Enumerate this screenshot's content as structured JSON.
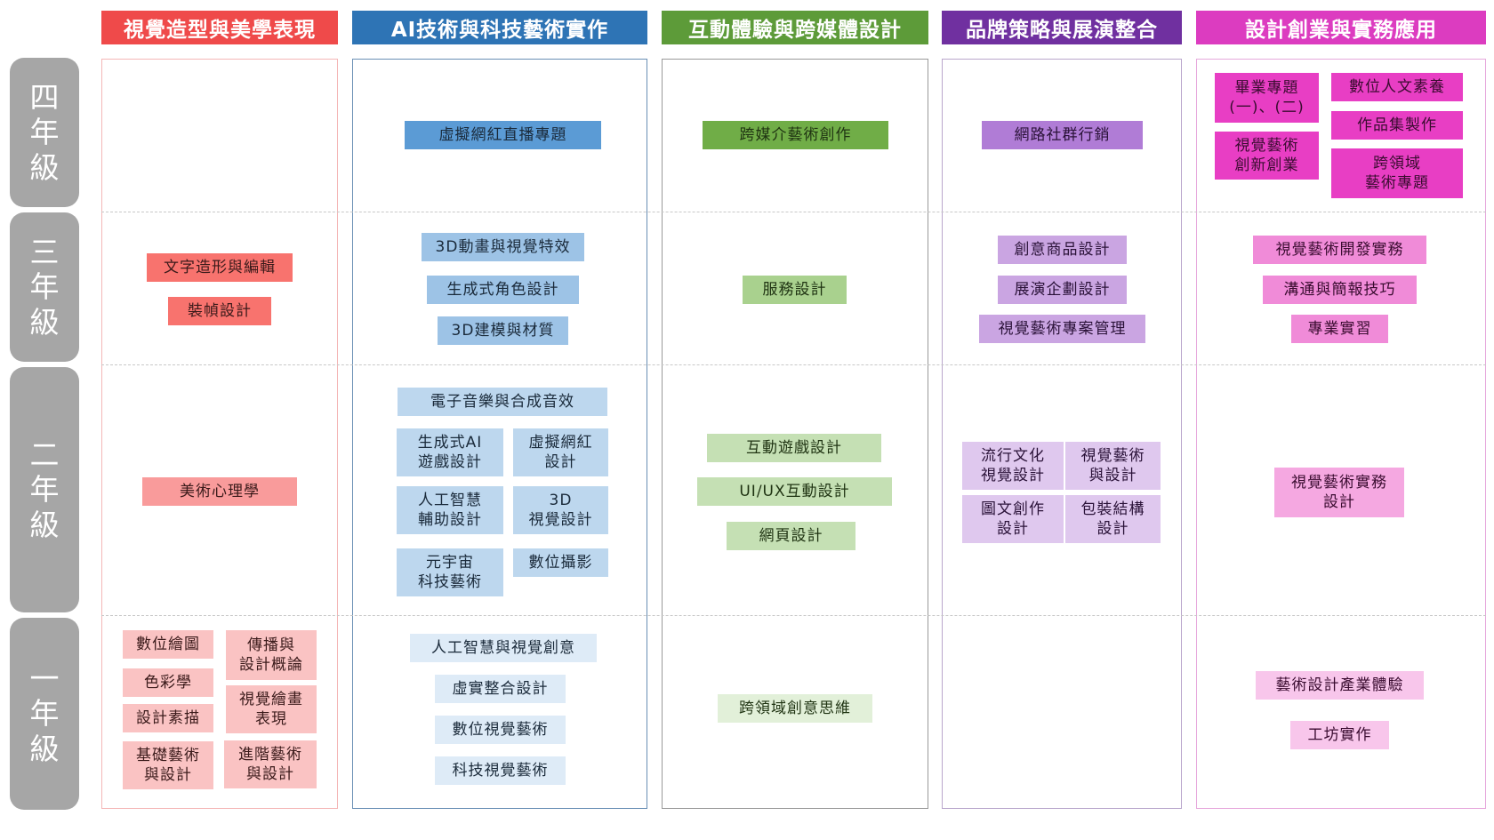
{
  "colors": {
    "header_visual": "#ef4a4a",
    "header_ai": "#2e74b5",
    "header_interactive": "#5d9b39",
    "header_brand": "#7030a0",
    "header_career": "#dc3cc0",
    "year_label_bg": "#a6a6a6"
  },
  "columns": [
    {
      "label": "視覺造型與美學表現"
    },
    {
      "label": "AI技術與科技藝術實作"
    },
    {
      "label": "互動體驗與跨媒體設計"
    },
    {
      "label": "品牌策略與展演整合"
    },
    {
      "label": "設計創業與實務應用"
    }
  ],
  "years": [
    {
      "label": "四年級"
    },
    {
      "label": "三年級"
    },
    {
      "label": "二年級"
    },
    {
      "label": "一年級"
    }
  ],
  "courses": {
    "visual": {
      "y3": [
        "文字造形與編輯",
        "裝幀設計"
      ],
      "y2": [
        "美術心理學"
      ],
      "y1": [
        "數位繪圖",
        "色彩學",
        "設計素描",
        "基礎藝術\n與設計",
        "傳播與\n設計概論",
        "視覺繪畫\n表現",
        "進階藝術\n與設計"
      ]
    },
    "ai": {
      "y4": [
        "虛擬網紅直播專題"
      ],
      "y3": [
        "3D動畫與視覺特效",
        "生成式角色設計",
        "3D建模與材質"
      ],
      "y2": [
        "電子音樂與合成音效",
        "生成式AI\n遊戲設計",
        "虛擬網紅\n設計",
        "人工智慧\n輔助設計",
        "3D\n視覺設計",
        "元宇宙\n科技藝術",
        "數位攝影"
      ],
      "y1": [
        "人工智慧與視覺創意",
        "虛實整合設計",
        "數位視覺藝術",
        "科技視覺藝術"
      ]
    },
    "interactive": {
      "y4": [
        "跨媒介藝術創作"
      ],
      "y3": [
        "服務設計"
      ],
      "y2": [
        "互動遊戲設計",
        "UI/UX互動設計",
        "網頁設計"
      ],
      "y1": [
        "跨領域創意思維"
      ]
    },
    "brand": {
      "y4": [
        "網路社群行銷"
      ],
      "y3": [
        "創意商品設計",
        "展演企劃設計",
        "視覺藝術專案管理"
      ],
      "y2": [
        "流行文化\n視覺設計",
        "視覺藝術\n與設計",
        "圖文創作\n設計",
        "包裝結構\n設計"
      ]
    },
    "career": {
      "y4": [
        "畢業專題\n(一)、(二)",
        "數位人文素養",
        "作品集製作",
        "視覺藝術\n創新創業",
        "跨領域\n藝術專題"
      ],
      "y3": [
        "視覺藝術開發實務",
        "溝通與簡報技巧",
        "專業實習"
      ],
      "y2": [
        "視覺藝術實務\n設計"
      ],
      "y1": [
        "藝術設計產業體驗",
        "工坊實作"
      ]
    }
  }
}
